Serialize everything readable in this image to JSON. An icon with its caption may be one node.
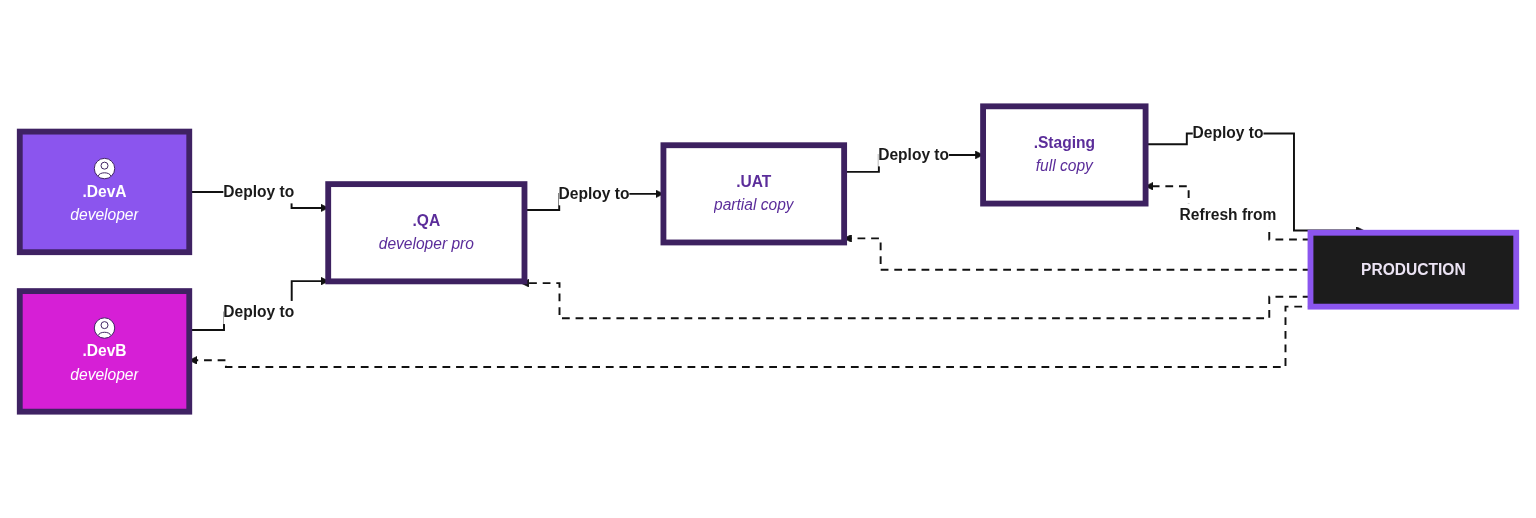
{
  "diagram": {
    "nodes": [
      {
        "text": [
          ".DevA",
          "developer"
        ]
      },
      {
        "text": [
          ".DevB",
          "developer"
        ]
      },
      {
        "text": [
          ".QA",
          "developer pro"
        ]
      },
      {
        "text": [
          ".UAT",
          "partial copy"
        ]
      },
      {
        "text": [
          ".Staging",
          "full copy"
        ]
      },
      {
        "text": [
          "PRODUCTION"
        ]
      }
    ],
    "edges": [
      {
        "from": 0,
        "to": 2,
        "arrow": "to",
        "label": "Deploy to"
      },
      {
        "from": 1,
        "to": 2,
        "arrow": "to",
        "label": "Deploy to"
      },
      {
        "from": 2,
        "to": 3,
        "arrow": "to",
        "label": "Deploy to"
      },
      {
        "from": 3,
        "to": 4,
        "arrow": "to",
        "label": "Deploy to"
      },
      {
        "from": 4,
        "to": 5,
        "arrow": "to",
        "label": "Deploy to"
      },
      {
        "from": 5,
        "to": 4,
        "arrow": "to",
        "style": "dashed",
        "label": "Refresh from"
      },
      {
        "from": 5,
        "to": 3,
        "arrow": "to",
        "style": "dashed"
      },
      {
        "from": 5,
        "to": 2,
        "arrow": "to",
        "style": "dashed"
      },
      {
        "from": 5,
        "to": 1,
        "arrow": "to",
        "style": "dashed"
      }
    ]
  }
}
